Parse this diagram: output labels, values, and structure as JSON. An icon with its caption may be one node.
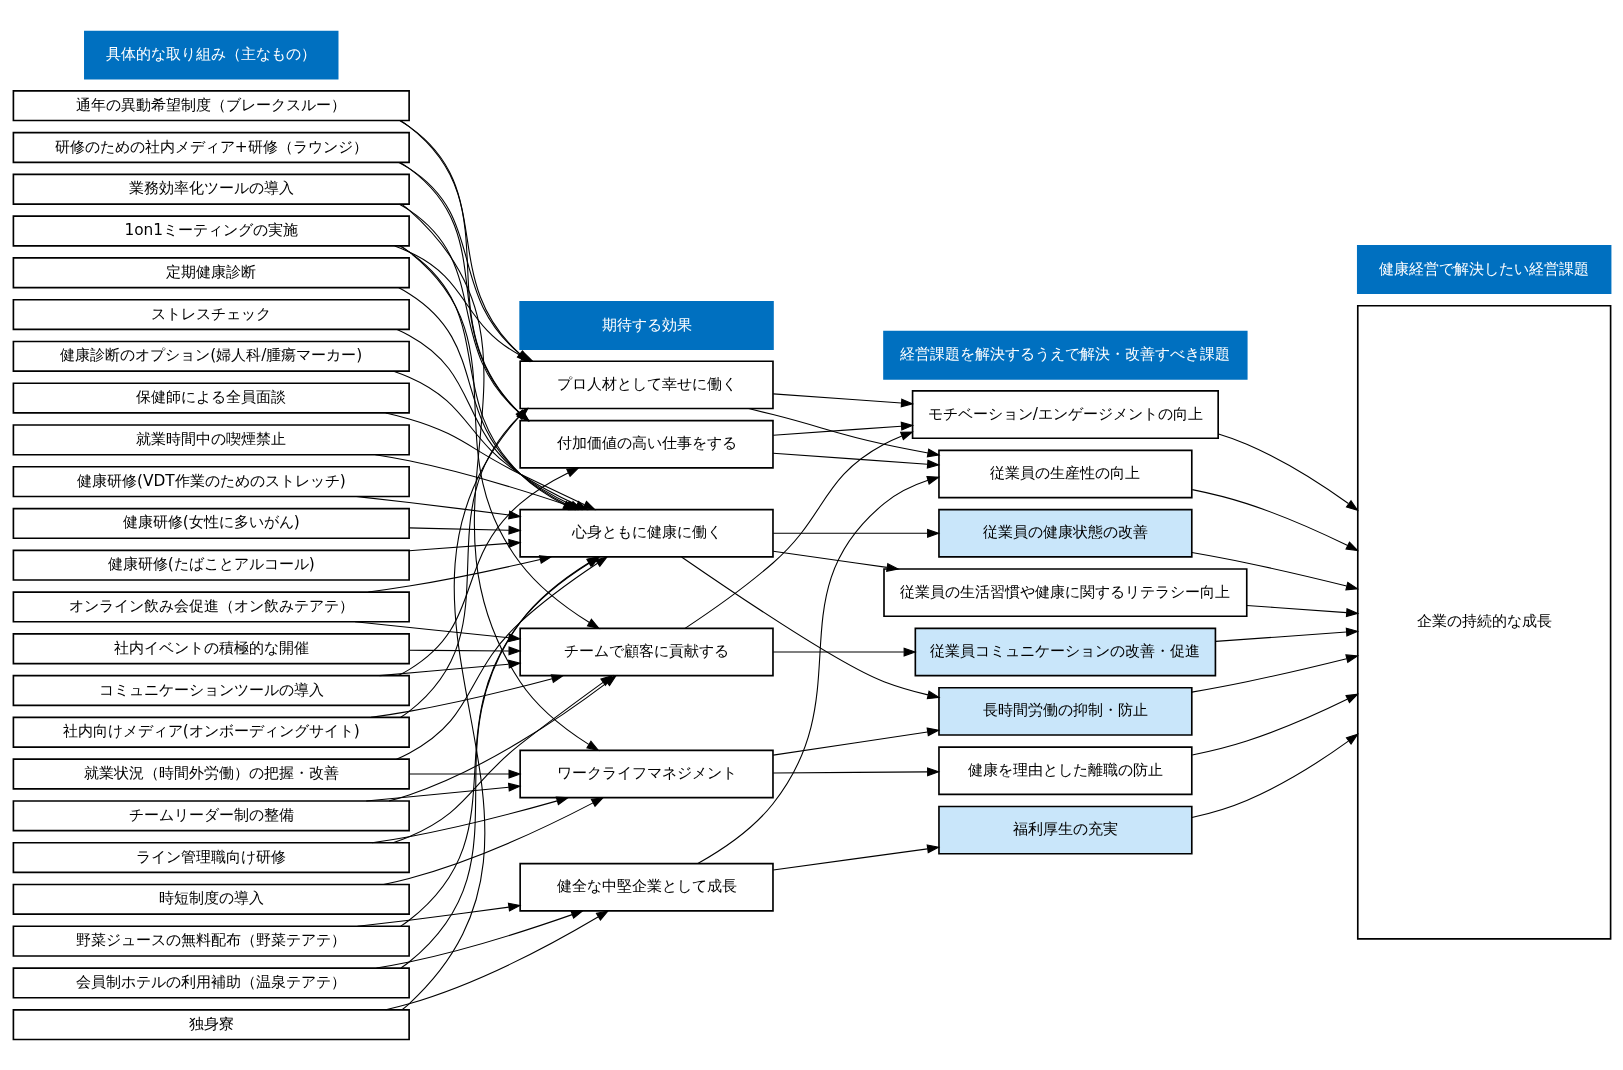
{
  "diagram": {
    "nodes": [
      {
        "text": [
          "具体的な取り組み（主なもの）"
        ]
      },
      {
        "text": [
          "期待する効果"
        ]
      },
      {
        "text": [
          "経営課題を解決するうえで解決・改善すべき課題"
        ]
      },
      {
        "text": [
          "健康経営で解決したい経営課題"
        ]
      },
      {
        "text": [
          "通年の異動希望制度（ブレークスルー）"
        ]
      },
      {
        "text": [
          "研修のための社内メディア+研修（ラウンジ）"
        ]
      },
      {
        "text": [
          "業務効率化ツールの導入"
        ]
      },
      {
        "text": [
          "1on1ミーティングの実施"
        ]
      },
      {
        "text": [
          "定期健康診断"
        ]
      },
      {
        "text": [
          "ストレスチェック"
        ]
      },
      {
        "text": [
          "健康診断のオプション(婦人科/腫瘍マーカー)"
        ]
      },
      {
        "text": [
          "保健師による全員面談"
        ]
      },
      {
        "text": [
          "就業時間中の喫煙禁止"
        ]
      },
      {
        "text": [
          "健康研修(VDT作業のためのストレッチ)"
        ]
      },
      {
        "text": [
          "健康研修(女性に多いがん)"
        ]
      },
      {
        "text": [
          "健康研修(たばことアルコール)"
        ]
      },
      {
        "text": [
          "オンライン飲み会促進（オン飲みテアテ）"
        ]
      },
      {
        "text": [
          "社内イベントの積極的な開催"
        ]
      },
      {
        "text": [
          "コミュニケーションツールの導入"
        ]
      },
      {
        "text": [
          "社内向けメディア(オンボーディングサイト)"
        ]
      },
      {
        "text": [
          "就業状況（時間外労働）の把握・改善"
        ]
      },
      {
        "text": [
          "チームリーダー制の整備"
        ]
      },
      {
        "text": [
          "ライン管理職向け研修"
        ]
      },
      {
        "text": [
          "時短制度の導入"
        ]
      },
      {
        "text": [
          "野菜ジュースの無料配布（野菜テアテ）"
        ]
      },
      {
        "text": [
          "会員制ホテルの利用補助（温泉テアテ）"
        ]
      },
      {
        "text": [
          "独身寮"
        ]
      },
      {
        "text": [
          "プロ人材として幸せに働く"
        ]
      },
      {
        "text": [
          "付加価値の高い仕事をする"
        ]
      },
      {
        "text": [
          "心身ともに健康に働く"
        ]
      },
      {
        "text": [
          "チームで顧客に貢献する"
        ]
      },
      {
        "text": [
          "ワークライフマネジメント"
        ]
      },
      {
        "text": [
          "健全な中堅企業として成長"
        ]
      },
      {
        "text": [
          "モチベーション/エンゲージメントの向上"
        ]
      },
      {
        "text": [
          "従業員の生産性の向上"
        ]
      },
      {
        "text": [
          "従業員の健康状態の改善"
        ]
      },
      {
        "text": [
          "従業員の生活習慣や健康に関するリテラシー向上"
        ]
      },
      {
        "text": [
          "従業員コミュニケーションの改善・促進"
        ]
      },
      {
        "text": [
          "長時間労働の抑制・防止"
        ]
      },
      {
        "text": [
          "健康を理由とした離職の防止"
        ]
      },
      {
        "text": [
          "福利厚生の充実"
        ]
      },
      {
        "text": [
          "企業の持続的な成長"
        ]
      }
    ],
    "edges": [
      {
        "from": 4,
        "to": 27,
        "arrow": "to"
      },
      {
        "from": 4,
        "to": 28,
        "arrow": "to"
      },
      {
        "from": 5,
        "to": 27,
        "arrow": "to"
      },
      {
        "from": 5,
        "to": 28,
        "arrow": "to"
      },
      {
        "from": 6,
        "to": 28,
        "arrow": "to"
      },
      {
        "from": 6,
        "to": 31,
        "arrow": "to"
      },
      {
        "from": 7,
        "to": 27,
        "arrow": "to"
      },
      {
        "from": 7,
        "to": 29,
        "arrow": "to"
      },
      {
        "from": 7,
        "to": 30,
        "arrow": "to"
      },
      {
        "from": 8,
        "to": 29,
        "arrow": "to"
      },
      {
        "from": 9,
        "to": 29,
        "arrow": "to"
      },
      {
        "from": 10,
        "to": 29,
        "arrow": "to"
      },
      {
        "from": 11,
        "to": 29,
        "arrow": "to"
      },
      {
        "from": 12,
        "to": 29,
        "arrow": "to"
      },
      {
        "from": 13,
        "to": 29,
        "arrow": "to"
      },
      {
        "from": 14,
        "to": 29,
        "arrow": "to"
      },
      {
        "from": 15,
        "to": 29,
        "arrow": "to"
      },
      {
        "from": 16,
        "to": 30,
        "arrow": "to"
      },
      {
        "from": 16,
        "to": 29,
        "arrow": "to"
      },
      {
        "from": 17,
        "to": 30,
        "arrow": "to"
      },
      {
        "from": 18,
        "to": 30,
        "arrow": "to"
      },
      {
        "from": 18,
        "to": 28,
        "arrow": "to"
      },
      {
        "from": 19,
        "to": 30,
        "arrow": "to"
      },
      {
        "from": 19,
        "to": 27,
        "arrow": "to"
      },
      {
        "from": 20,
        "to": 31,
        "arrow": "to"
      },
      {
        "from": 20,
        "to": 29,
        "arrow": "to"
      },
      {
        "from": 21,
        "to": 31,
        "arrow": "to"
      },
      {
        "from": 21,
        "to": 30,
        "arrow": "to"
      },
      {
        "from": 22,
        "to": 31,
        "arrow": "to"
      },
      {
        "from": 22,
        "to": 30,
        "arrow": "to"
      },
      {
        "from": 23,
        "to": 31,
        "arrow": "to"
      },
      {
        "from": 24,
        "to": 29,
        "arrow": "to"
      },
      {
        "from": 24,
        "to": 32,
        "arrow": "to"
      },
      {
        "from": 25,
        "to": 32,
        "arrow": "to"
      },
      {
        "from": 25,
        "to": 29,
        "arrow": "to"
      },
      {
        "from": 26,
        "to": 32,
        "arrow": "to"
      },
      {
        "from": 26,
        "to": 27,
        "arrow": "to"
      },
      {
        "from": 27,
        "to": 33,
        "arrow": "to"
      },
      {
        "from": 27,
        "to": 34,
        "arrow": "to"
      },
      {
        "from": 28,
        "to": 33,
        "arrow": "to"
      },
      {
        "from": 28,
        "to": 34,
        "arrow": "to"
      },
      {
        "from": 29,
        "to": 35,
        "arrow": "to"
      },
      {
        "from": 29,
        "to": 36,
        "arrow": "to"
      },
      {
        "from": 29,
        "to": 38,
        "arrow": "to"
      },
      {
        "from": 30,
        "to": 33,
        "arrow": "to"
      },
      {
        "from": 30,
        "to": 37,
        "arrow": "to"
      },
      {
        "from": 31,
        "to": 38,
        "arrow": "to"
      },
      {
        "from": 31,
        "to": 39,
        "arrow": "to"
      },
      {
        "from": 32,
        "to": 34,
        "arrow": "to"
      },
      {
        "from": 32,
        "to": 40,
        "arrow": "to"
      },
      {
        "from": 33,
        "to": 41,
        "arrow": "to"
      },
      {
        "from": 34,
        "to": 41,
        "arrow": "to"
      },
      {
        "from": 35,
        "to": 41,
        "arrow": "to"
      },
      {
        "from": 36,
        "to": 41,
        "arrow": "to"
      },
      {
        "from": 37,
        "to": 41,
        "arrow": "to"
      },
      {
        "from": 38,
        "to": 41,
        "arrow": "to"
      },
      {
        "from": 39,
        "to": 41,
        "arrow": "to"
      },
      {
        "from": 40,
        "to": 41,
        "arrow": "to"
      }
    ]
  }
}
